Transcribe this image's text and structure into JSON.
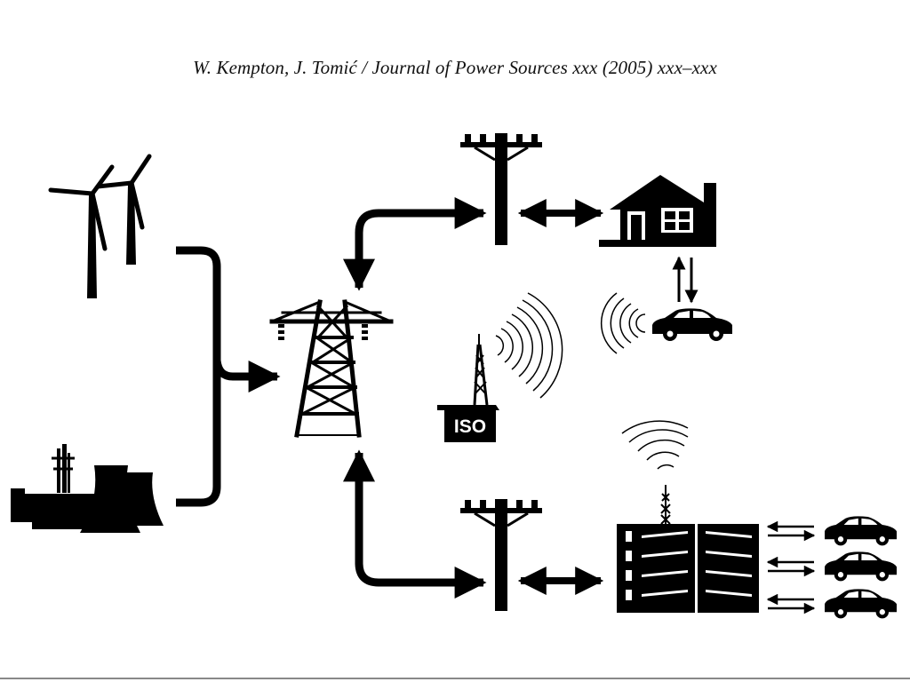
{
  "header": {
    "citation": "W. Kempton, J. Tomić / Journal of Power Sources xxx (2005) xxx–xxx"
  },
  "diagram": {
    "iso_label": "ISO",
    "icons": [
      "wind-turbines",
      "power-plant",
      "transmission-tower",
      "iso-control-station",
      "utility-pole",
      "house",
      "car",
      "parking-garage"
    ],
    "colors": {
      "ink": "#000000",
      "paper": "#ffffff"
    }
  }
}
